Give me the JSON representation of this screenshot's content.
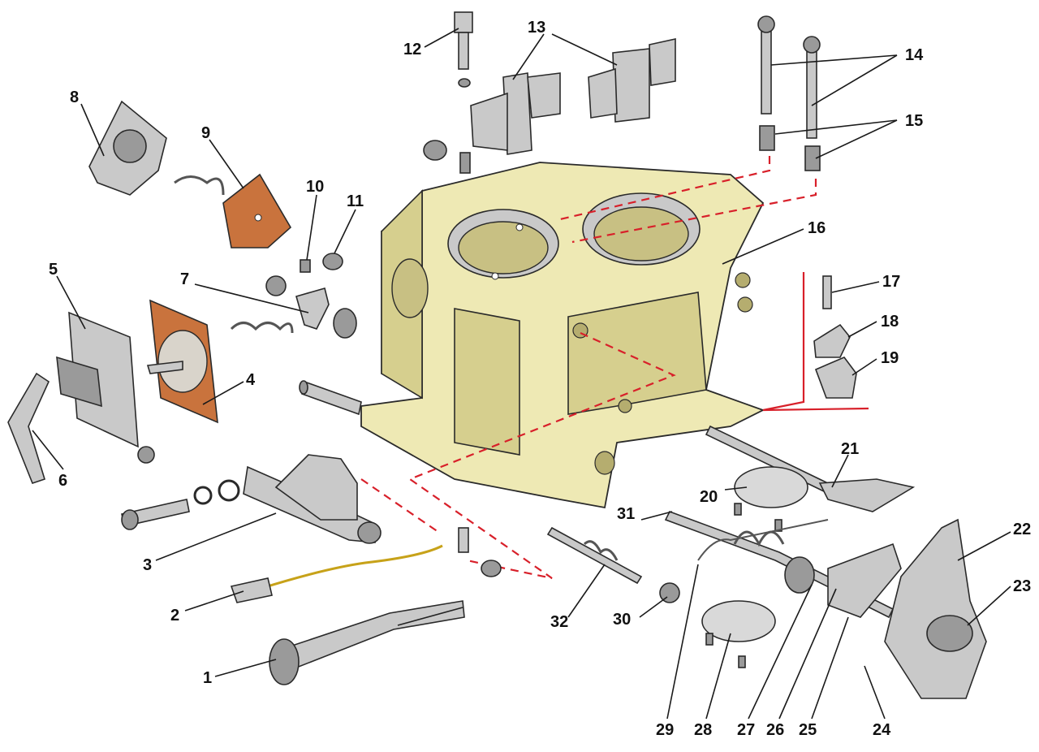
{
  "callouts": [
    "1",
    "2",
    "3",
    "4",
    "5",
    "6",
    "7",
    "8",
    "9",
    "10",
    "11",
    "12",
    "13",
    "14",
    "15",
    "16",
    "17",
    "18",
    "19",
    "20",
    "21",
    "22",
    "23",
    "24",
    "25",
    "26",
    "27",
    "28",
    "29",
    "30",
    "31",
    "32"
  ],
  "colors": {
    "body": "#eee9b4",
    "metal": "#c9c9c9",
    "gasket": "#c9733d",
    "assembly_line": "#d8202a"
  }
}
